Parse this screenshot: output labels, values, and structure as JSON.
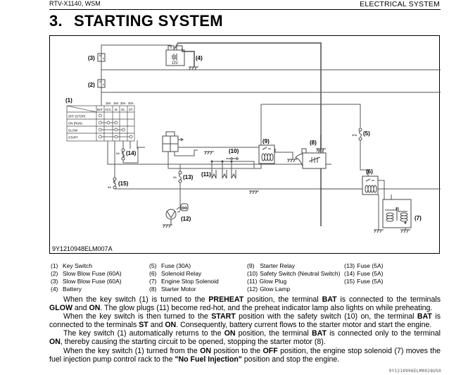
{
  "header": {
    "model": "RTV-X1140, WSM",
    "section": "ELECTRICAL SYSTEM"
  },
  "page_title": {
    "number": "3.",
    "text": "STARTING SYSTEM"
  },
  "diagram": {
    "figure_id": "9Y1210948ELM007A",
    "callouts": {
      "c1": "(1)",
      "c2": "(2)",
      "c3": "(3)",
      "c4": "(4)",
      "c5": "(5)",
      "c6": "(6)",
      "c7": "(7)",
      "c8": "(8)",
      "c9": "(9)",
      "c10": "(10)",
      "c11": "(11)",
      "c12": "(12)",
      "c13": "(13)",
      "c14": "(14)",
      "c15": "(15)"
    },
    "battery_voltage": "12V",
    "fuse_ratings": {
      "f5": "30A",
      "f13": "5A",
      "f14": "5A",
      "f15": "5A"
    },
    "key_switch_table": {
      "amp_ratings": [
        "15A",
        "15A",
        "30A",
        "20A"
      ],
      "terminals": [
        "BAT",
        "ACC",
        "M",
        "GL",
        "ST"
      ],
      "positions": [
        {
          "name": "OFF (STOP)",
          "connected": [
            "BAT"
          ]
        },
        {
          "name": "ON (RUN)",
          "connected": [
            "BAT",
            "ACC",
            "M"
          ]
        },
        {
          "name": "GLOW",
          "connected": [
            "BAT",
            "M",
            "GL"
          ]
        },
        {
          "name": "START",
          "connected": [
            "BAT",
            "M",
            "ST"
          ]
        }
      ]
    }
  },
  "legend": [
    {
      "num": "(1)",
      "label": "Key Switch"
    },
    {
      "num": "(2)",
      "label": "Slow Blow Fuse (60A)"
    },
    {
      "num": "(3)",
      "label": "Slow Blow Fuse (60A)"
    },
    {
      "num": "(4)",
      "label": "Battery"
    },
    {
      "num": "(5)",
      "label": "Fuse (30A)"
    },
    {
      "num": "(6)",
      "label": "Solenoid Relay"
    },
    {
      "num": "(7)",
      "label": "Engine Stop Solenoid"
    },
    {
      "num": "(8)",
      "label": "Starter Motor"
    },
    {
      "num": "(9)",
      "label": "Starter Relay"
    },
    {
      "num": "(10)",
      "label": "Safety Switch (Neutral Switch)"
    },
    {
      "num": "(11)",
      "label": "Glow Plug"
    },
    {
      "num": "(12)",
      "label": "Glow Lamp"
    },
    {
      "num": "(13)",
      "label": "Fuse (5A)"
    },
    {
      "num": "(14)",
      "label": "Fuse (5A)"
    },
    {
      "num": "(15)",
      "label": "Fuse (5A)"
    }
  ],
  "paragraphs": [
    [
      {
        "t": "When the key switch (1) is turned to the "
      },
      {
        "t": "PREHEAT",
        "b": true
      },
      {
        "t": " position, the terminal "
      },
      {
        "t": "BAT",
        "b": true
      },
      {
        "t": " is connected to the terminals "
      },
      {
        "t": "GLOW",
        "b": true
      },
      {
        "t": " and "
      },
      {
        "t": "ON",
        "b": true
      },
      {
        "t": ". The glow plugs (11) become red-hot, and the preheat indicator lamp also lights on while preheating."
      }
    ],
    [
      {
        "t": "When the key switch is then turned to the "
      },
      {
        "t": "START",
        "b": true
      },
      {
        "t": " position with the safety switch (10) on, the terminal "
      },
      {
        "t": "BAT",
        "b": true
      },
      {
        "t": " is connected to the terminals "
      },
      {
        "t": "ST",
        "b": true
      },
      {
        "t": " and "
      },
      {
        "t": "ON",
        "b": true
      },
      {
        "t": ". Consequently, battery current flows to the starter motor and start the engine."
      }
    ],
    [
      {
        "t": "The key switch (1) automatically returns to the "
      },
      {
        "t": "ON",
        "b": true
      },
      {
        "t": " position, the terminal "
      },
      {
        "t": "BAT",
        "b": true
      },
      {
        "t": " is connected only to the terminal "
      },
      {
        "t": "ON",
        "b": true
      },
      {
        "t": ", thereby causing the starting circuit to be opened, stopping the starter motor (8)."
      }
    ],
    [
      {
        "t": "When the key switch (1) turned from the "
      },
      {
        "t": "ON",
        "b": true
      },
      {
        "t": " position to the "
      },
      {
        "t": "OFF",
        "b": true
      },
      {
        "t": " position, the engine stop solenoid (7) moves the fuel injection pump control rack to the "
      },
      {
        "t": "\"No Fuel Injection\"",
        "b": true
      },
      {
        "t": " position and stop the engine."
      }
    ]
  ],
  "footer_code": "9Y1210996ELM0028US0"
}
